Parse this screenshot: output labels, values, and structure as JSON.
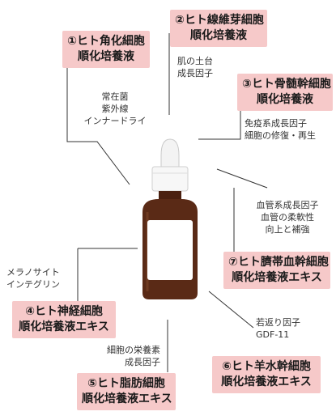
{
  "items": {
    "keratinocyte": {
      "line1": "①ヒト角化細胞",
      "line2": "順化培養液",
      "notes": [
        "常在菌",
        "紫外線",
        "インナードライ"
      ]
    },
    "fibroblast": {
      "line1": "②ヒト線維芽細胞",
      "line2": "順化培養液",
      "notes": [
        "肌の土台",
        "成長因子"
      ]
    },
    "bone_marrow": {
      "line1": "③ヒト骨髄幹細胞",
      "line2": "順化培養液",
      "notes": [
        "免疫系成長因子",
        "細胞の修復・再生"
      ]
    },
    "nerve": {
      "line1": "④ヒト神経細胞",
      "line2": "順化培養液エキス",
      "notes": [
        "メラノサイト",
        "インテグリン"
      ]
    },
    "adipose": {
      "line1": "⑤ヒト脂肪細胞",
      "line2": "順化培養液エキス",
      "notes": [
        "細胞の栄養素",
        "成長因子"
      ]
    },
    "amniotic": {
      "line1": "⑥ヒト羊水幹細胞",
      "line2": "順化培養液エキス",
      "notes": [
        "若返り因子",
        "GDF-11"
      ]
    },
    "cord_blood": {
      "line1": "⑦ヒト臍帯血幹細胞",
      "line2": "順化培養液エキス",
      "notes": [
        "血管系成長因子",
        "血管の柔軟性",
        "向上と補強"
      ]
    }
  },
  "colors": {
    "box_fill": "#f6c9c9",
    "line": "#333333",
    "bottle_glass": "#5a2a16",
    "dropper_cap": "#f2f2f2"
  }
}
